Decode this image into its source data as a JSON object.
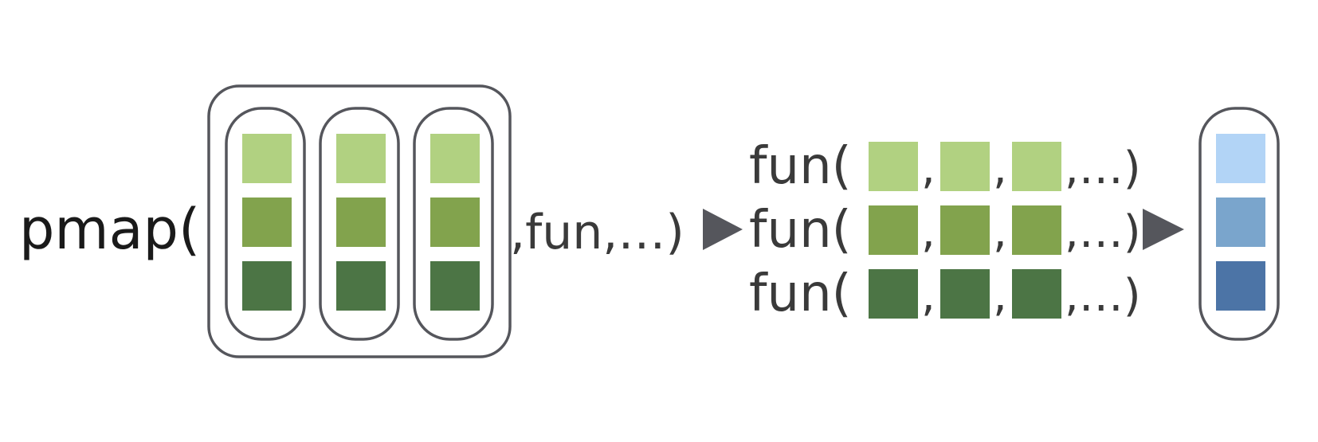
{
  "text": {
    "pmap_call": "pmap(",
    "tail_args": ",fun,…)",
    "fun_open": "fun(",
    "comma": ",",
    "row_tail": ",…)"
  },
  "colors": {
    "outline": "#55565c",
    "arrow": "#55565c",
    "green_light": "#b1d181",
    "green_mid": "#82a34d",
    "green_dark": "#4c7545",
    "blue_light": "#b2d4f6",
    "blue_mid": "#7aa5cc",
    "blue_dark": "#4c74a6"
  },
  "input_list": {
    "name": "input-list",
    "vectors": [
      {
        "name": "vector-1",
        "squares": [
          "green_light",
          "green_mid",
          "green_dark"
        ]
      },
      {
        "name": "vector-2",
        "squares": [
          "green_light",
          "green_mid",
          "green_dark"
        ]
      },
      {
        "name": "vector-3",
        "squares": [
          "green_light",
          "green_mid",
          "green_dark"
        ]
      }
    ]
  },
  "fun_rows": [
    {
      "name": "fun-row-1",
      "color": "green_light"
    },
    {
      "name": "fun-row-2",
      "color": "green_mid"
    },
    {
      "name": "fun-row-3",
      "color": "green_dark"
    }
  ],
  "output_vector": {
    "name": "output-vector",
    "squares": [
      "blue_light",
      "blue_mid",
      "blue_dark"
    ]
  }
}
